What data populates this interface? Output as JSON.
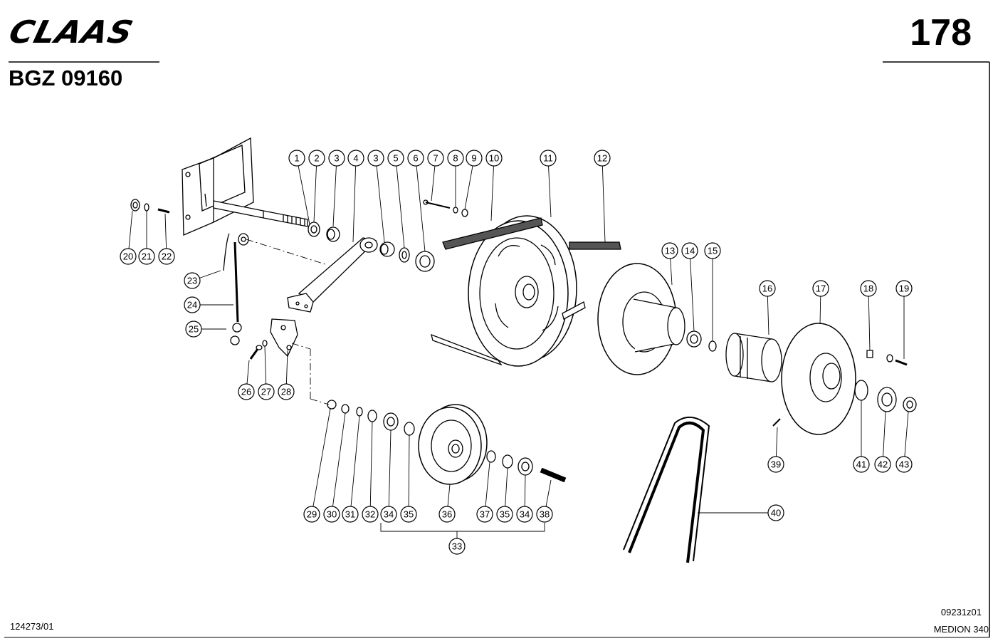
{
  "header": {
    "logo": "CLAAS",
    "drawing_code": "BGZ 09160",
    "page_number": "178"
  },
  "footer": {
    "left_ref": "124273/01",
    "right_ref": "09231z01",
    "model": "MEDION 340"
  },
  "callouts": [
    {
      "id": "c1",
      "label": "1"
    },
    {
      "id": "c2",
      "label": "2"
    },
    {
      "id": "c3a",
      "label": "3"
    },
    {
      "id": "c4",
      "label": "4"
    },
    {
      "id": "c3b",
      "label": "3"
    },
    {
      "id": "c5",
      "label": "5"
    },
    {
      "id": "c6",
      "label": "6"
    },
    {
      "id": "c7",
      "label": "7"
    },
    {
      "id": "c8",
      "label": "8"
    },
    {
      "id": "c9",
      "label": "9"
    },
    {
      "id": "c10",
      "label": "10"
    },
    {
      "id": "c11",
      "label": "11"
    },
    {
      "id": "c12",
      "label": "12"
    },
    {
      "id": "c13",
      "label": "13"
    },
    {
      "id": "c14",
      "label": "14"
    },
    {
      "id": "c15",
      "label": "15"
    },
    {
      "id": "c16",
      "label": "16"
    },
    {
      "id": "c17",
      "label": "17"
    },
    {
      "id": "c18",
      "label": "18"
    },
    {
      "id": "c19",
      "label": "19"
    },
    {
      "id": "c20",
      "label": "20"
    },
    {
      "id": "c21",
      "label": "21"
    },
    {
      "id": "c22",
      "label": "22"
    },
    {
      "id": "c23",
      "label": "23"
    },
    {
      "id": "c24",
      "label": "24"
    },
    {
      "id": "c25",
      "label": "25"
    },
    {
      "id": "c26",
      "label": "26"
    },
    {
      "id": "c27",
      "label": "27"
    },
    {
      "id": "c28",
      "label": "28"
    },
    {
      "id": "c29",
      "label": "29"
    },
    {
      "id": "c30",
      "label": "30"
    },
    {
      "id": "c31",
      "label": "31"
    },
    {
      "id": "c32",
      "label": "32"
    },
    {
      "id": "c34a",
      "label": "34"
    },
    {
      "id": "c35a",
      "label": "35"
    },
    {
      "id": "c36",
      "label": "36"
    },
    {
      "id": "c37",
      "label": "37"
    },
    {
      "id": "c35b",
      "label": "35"
    },
    {
      "id": "c34b",
      "label": "34"
    },
    {
      "id": "c38",
      "label": "38"
    },
    {
      "id": "c33",
      "label": "33"
    },
    {
      "id": "c39",
      "label": "39"
    },
    {
      "id": "c40",
      "label": "40"
    },
    {
      "id": "c41",
      "label": "41"
    },
    {
      "id": "c42",
      "label": "42"
    },
    {
      "id": "c43",
      "label": "43"
    }
  ]
}
